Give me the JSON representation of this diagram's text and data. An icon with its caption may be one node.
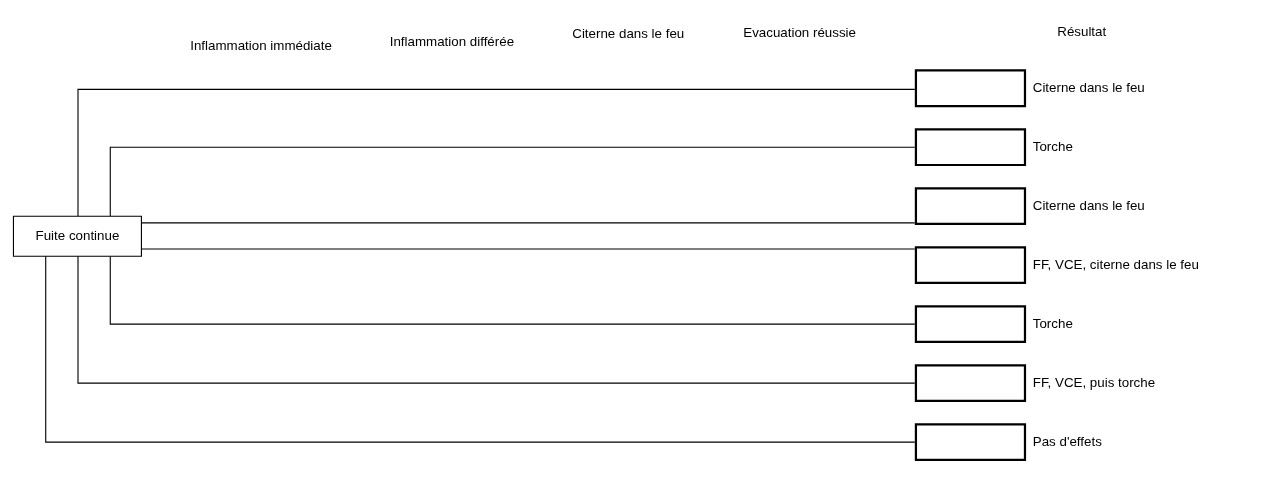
{
  "diagram": {
    "nodes": [
      {
        "text": [
          "Fuite continue"
        ]
      },
      {
        "text": [],
        "shape": "box",
        "beside": [
          "Citerne dans le feu"
        ]
      },
      {
        "text": [],
        "shape": "box",
        "beside": [
          "Torche"
        ]
      },
      {
        "text": [],
        "shape": "box",
        "beside": [
          "Citerne dans le feu"
        ]
      },
      {
        "text": [],
        "shape": "box",
        "beside": [
          "FF, VCE, citerne dans le feu"
        ]
      },
      {
        "text": [],
        "shape": "box",
        "beside": [
          "Torche"
        ]
      },
      {
        "text": [],
        "shape": "box",
        "beside": [
          "FF, VCE, puis torche"
        ]
      },
      {
        "text": [],
        "shape": "box",
        "beside": [
          "Pas d'effets"
        ]
      }
    ],
    "edges": [
      {
        "from": 0,
        "to": 1,
        "arrow": "none"
      },
      {
        "from": 0,
        "to": 2,
        "arrow": "none"
      },
      {
        "from": 0,
        "to": 3,
        "arrow": "none"
      },
      {
        "from": 0,
        "to": 4,
        "arrow": "none"
      },
      {
        "from": 0,
        "to": 5,
        "arrow": "none"
      },
      {
        "from": 0,
        "to": 6,
        "arrow": "none"
      },
      {
        "from": 0,
        "to": 7,
        "arrow": "none"
      }
    ],
    "labels": [
      "Inflammation immédiate",
      "Inflammation différée",
      "Citerne dans le feu",
      "Evacuation réussie",
      "Résultat"
    ]
  }
}
